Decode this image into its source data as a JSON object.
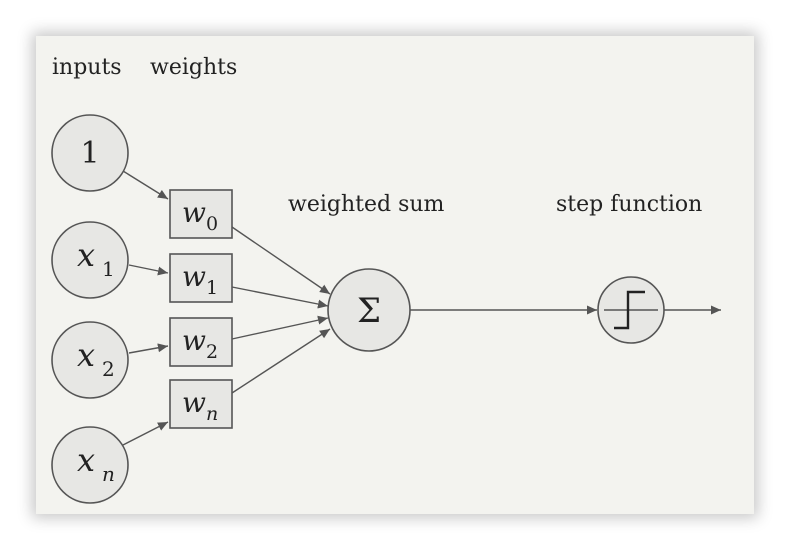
{
  "labels": {
    "inputs": "inputs",
    "weights": "weights",
    "weighted_sum": "weighted sum",
    "step_function": "step function"
  },
  "inputs": [
    {
      "symbol": "1",
      "sub": ""
    },
    {
      "symbol": "x",
      "sub": "1"
    },
    {
      "symbol": "x",
      "sub": "2"
    },
    {
      "symbol": "x",
      "sub": "n"
    }
  ],
  "weights": [
    {
      "symbol": "w",
      "sub": "0"
    },
    {
      "symbol": "w",
      "sub": "1"
    },
    {
      "symbol": "w",
      "sub": "2"
    },
    {
      "symbol": "w",
      "sub": "n"
    }
  ],
  "sum_symbol": "Σ",
  "colors": {
    "background": "#f3f3ef",
    "node_fill": "#e7e7e4",
    "stroke": "#555555",
    "text": "#222222"
  }
}
